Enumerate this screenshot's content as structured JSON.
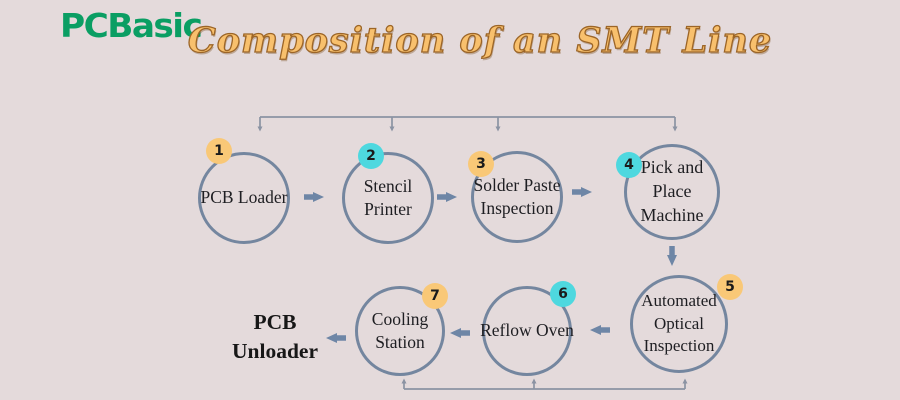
{
  "header": {
    "logo_text": "PCBasic",
    "title": "Composition of an SMT Line"
  },
  "diagram": {
    "nodes": [
      {
        "num": "1",
        "label": "PCB Loader",
        "badge_color": "#f9c877"
      },
      {
        "num": "2",
        "label": "Stencil Printer",
        "badge_color": "#4ed8df"
      },
      {
        "num": "3",
        "label": "Solder Paste Inspection",
        "badge_color": "#f9c877"
      },
      {
        "num": "4",
        "label": "Pick and Place Machine",
        "badge_color": "#4ed8df"
      },
      {
        "num": "5",
        "label": "Automated Optical Inspection",
        "badge_color": "#f9c877"
      },
      {
        "num": "6",
        "label": "Reflow Oven",
        "badge_color": "#4ed8df"
      },
      {
        "num": "7",
        "label": "Cooling Station",
        "badge_color": "#f9c877"
      }
    ],
    "end_label": "PCB Unloader"
  },
  "theme": {
    "background_color": "#e4dadb",
    "logo_color": "#0a9e63",
    "title_color": "#f8c06d",
    "title_outline_color": "#9c6527",
    "circle_border_color": "#74869f",
    "arrow_color": "#6e86a6",
    "bracket_color": "#8b93a3",
    "badge_orange": "#f9c877",
    "badge_cyan": "#4ed8df"
  }
}
